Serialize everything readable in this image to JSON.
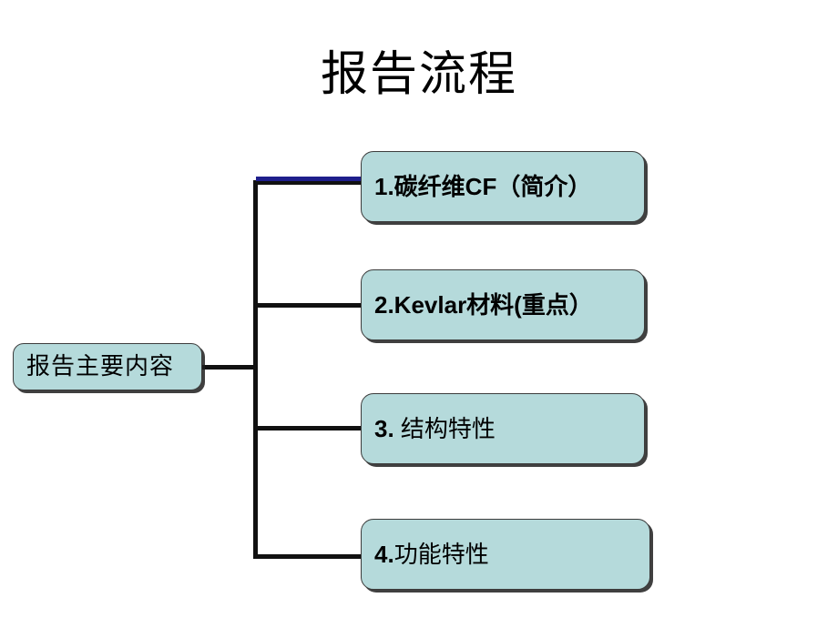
{
  "slide": {
    "title": "报告流程",
    "background_color": "#ffffff",
    "node_fill_color": "#b5dadb",
    "node_border_color": "#3c3c3c",
    "connector_color": "#111111",
    "highlight_connector_color": "#1f1f8c"
  },
  "diagram": {
    "type": "org-chart",
    "root": {
      "label": "报告主要内容"
    },
    "branches": [
      {
        "number": "1.",
        "text": "碳纤维CF（简介）",
        "label": "1.碳纤维CF（简介）",
        "connector_highlighted": true
      },
      {
        "number": "2.",
        "text": "Kevlar材料(重点）",
        "label": "2.Kevlar材料(重点）",
        "connector_highlighted": false
      },
      {
        "number": "3.",
        "text": " 结构特性",
        "label": "3. 结构特性",
        "connector_highlighted": false
      },
      {
        "number": "4.",
        "text": "功能特性",
        "label": "4.功能特性",
        "connector_highlighted": false
      }
    ]
  }
}
